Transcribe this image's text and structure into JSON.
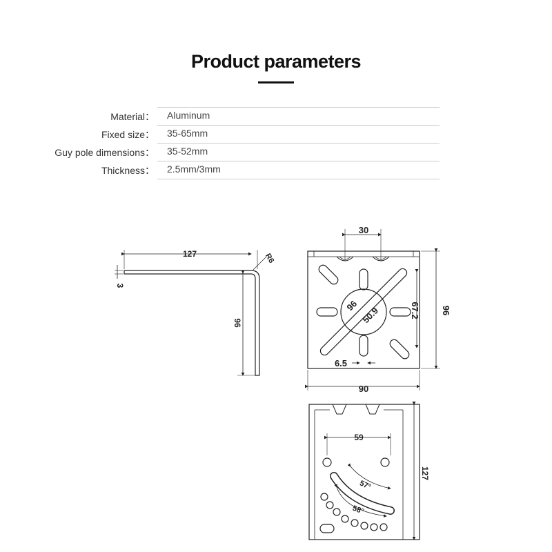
{
  "header": {
    "title": "Product parameters"
  },
  "parameters": [
    {
      "label": "Material：",
      "value": "Aluminum"
    },
    {
      "label": "Fixed size：",
      "value": "35-65mm"
    },
    {
      "label": "Guy pole dimensions：",
      "value": "35-52mm"
    },
    {
      "label": "Thickness：",
      "value": "2.5mm/3mm"
    }
  ],
  "drawing": {
    "side_view": {
      "length": "127",
      "height": "96",
      "thickness": "3",
      "radius": "R6"
    },
    "front_view": {
      "slot_spacing": "30",
      "diag": "96",
      "hole": "50.9",
      "vertical": "67.2",
      "height": "96",
      "width": "90",
      "offset": "6.5"
    },
    "bottom_view": {
      "hole_spacing": "59",
      "height": "127",
      "angle_upper": "57°",
      "angle_lower": "58°"
    }
  }
}
